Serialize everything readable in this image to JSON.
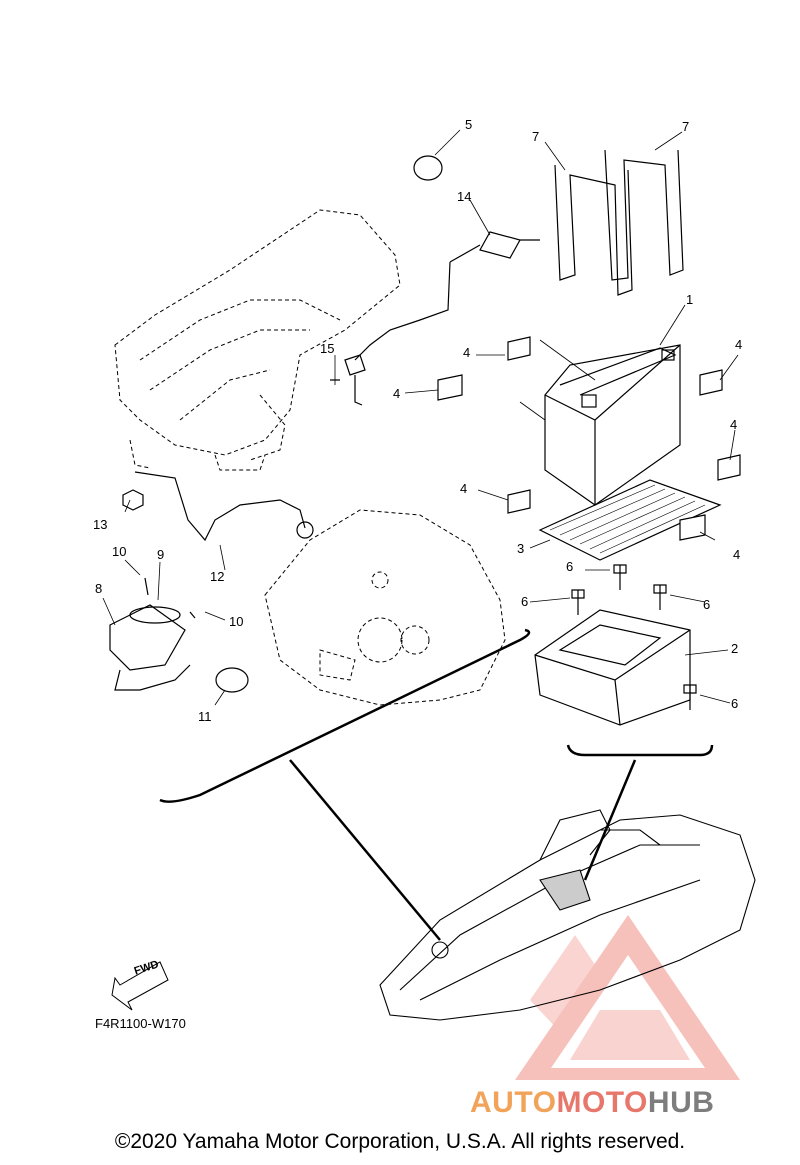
{
  "callouts": [
    {
      "id": "5",
      "label": "5"
    },
    {
      "id": "7a",
      "label": "7"
    },
    {
      "id": "7b",
      "label": "7"
    },
    {
      "id": "14",
      "label": "14"
    },
    {
      "id": "1",
      "label": "1"
    },
    {
      "id": "15",
      "label": "15"
    },
    {
      "id": "4a",
      "label": "4"
    },
    {
      "id": "4b",
      "label": "4"
    },
    {
      "id": "4c",
      "label": "4"
    },
    {
      "id": "4d",
      "label": "4"
    },
    {
      "id": "4e",
      "label": "4"
    },
    {
      "id": "4f",
      "label": "4"
    },
    {
      "id": "13",
      "label": "13"
    },
    {
      "id": "3",
      "label": "3"
    },
    {
      "id": "10a",
      "label": "10"
    },
    {
      "id": "9",
      "label": "9"
    },
    {
      "id": "12",
      "label": "12"
    },
    {
      "id": "6a",
      "label": "6"
    },
    {
      "id": "6b",
      "label": "6"
    },
    {
      "id": "6c",
      "label": "6"
    },
    {
      "id": "6d",
      "label": "6"
    },
    {
      "id": "8",
      "label": "8"
    },
    {
      "id": "10b",
      "label": "10"
    },
    {
      "id": "2",
      "label": "2"
    },
    {
      "id": "11",
      "label": "11"
    }
  ],
  "fwd_label": "FWD",
  "drawing_code": "F4R1100-W170",
  "copyright": "©2020 Yamaha Motor Corporation, U.S.A. All rights reserved.",
  "watermark": {
    "part1": "AUTO",
    "part2": "MOTO",
    "part3": "HUB",
    "color_primary": "#e8776b",
    "color_secondary": "#f2a35a",
    "color_tertiary": "#7d7d7d"
  }
}
